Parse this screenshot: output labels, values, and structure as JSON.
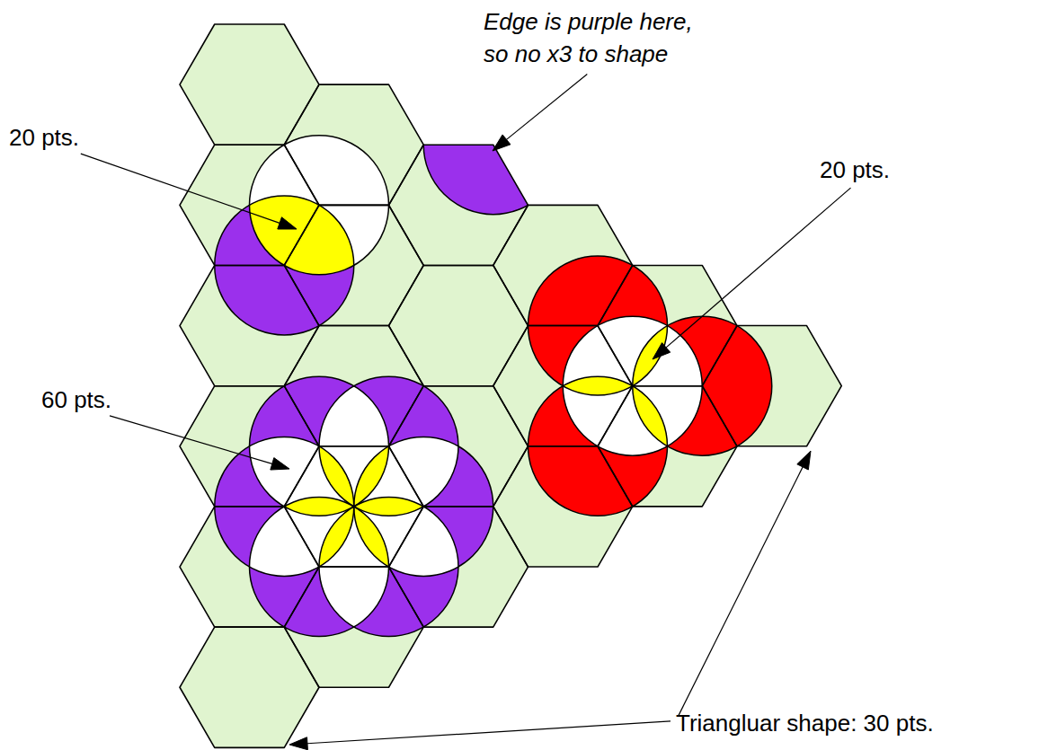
{
  "diagram": {
    "labels": [
      "Edge is purple here, so no x3 to shape",
      "20 pts.",
      "20 pts.",
      "60 pts.",
      "Triangluar shape: 30 pts."
    ]
  }
}
